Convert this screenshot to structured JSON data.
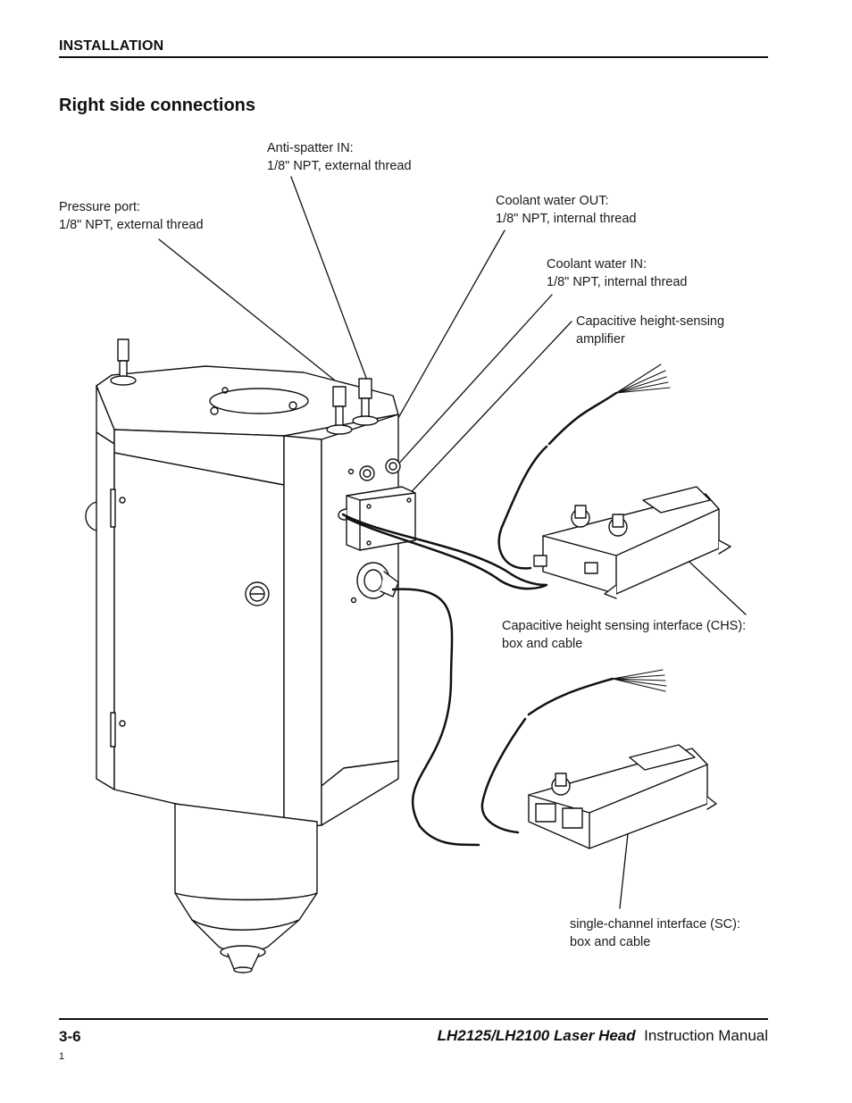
{
  "header": {
    "section": "INSTALLATION"
  },
  "page": {
    "heading": "Right side connections"
  },
  "labels": {
    "anti_spatter": {
      "line1": "Anti-spatter IN:",
      "line2": "1/8\" NPT, external thread"
    },
    "pressure_port": {
      "line1": "Pressure port:",
      "line2": "1/8\" NPT, external thread"
    },
    "coolant_out": {
      "line1": "Coolant water OUT:",
      "line2": "1/8\" NPT, internal thread"
    },
    "coolant_in": {
      "line1": "Coolant water IN:",
      "line2": "1/8\" NPT, internal thread"
    },
    "amplifier": {
      "line1": "Capacitive height-sensing",
      "line2": "amplifier"
    },
    "chs": {
      "line1": "Capacitive height sensing interface (CHS):",
      "line2": "box and cable"
    },
    "sc": {
      "line1": "single-channel interface (SC):",
      "line2": "box and cable"
    }
  },
  "footer": {
    "page_number": "3-6",
    "footnote": "1",
    "product": "LH2125/LH2100 Laser Head",
    "doc_type": "Instruction Manual"
  }
}
